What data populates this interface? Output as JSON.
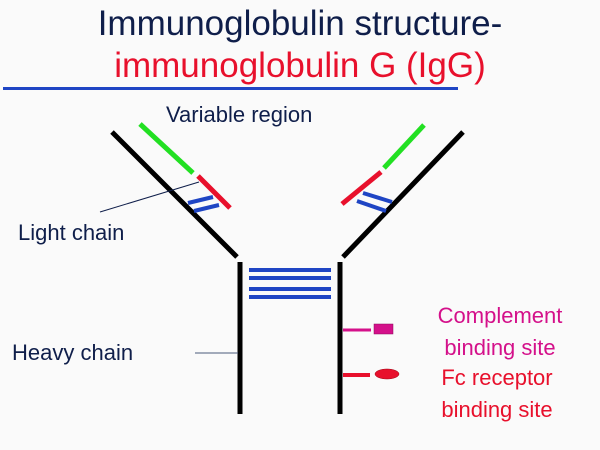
{
  "title": {
    "line1": "Immunoglobulin structure-",
    "line2": "immunoglobulin G (IgG)"
  },
  "labels": {
    "variable_region": "Variable region",
    "light_chain": "Light chain",
    "heavy_chain": "Heavy chain",
    "complement_line1": "Complement",
    "complement_line2": "binding site",
    "fc_line1": "Fc receptor",
    "fc_line2": "binding site"
  },
  "colors": {
    "title_primary": "#0f1e4a",
    "title_accent": "#e8102c",
    "rule": "#1f45c4",
    "heavy_chain": "#000000",
    "variable_region": "#22e022",
    "constant_light": "#e8102c",
    "disulfide_bonds": "#1f45c4",
    "complement_site": "#d4108a",
    "fc_site": "#e8102c"
  }
}
